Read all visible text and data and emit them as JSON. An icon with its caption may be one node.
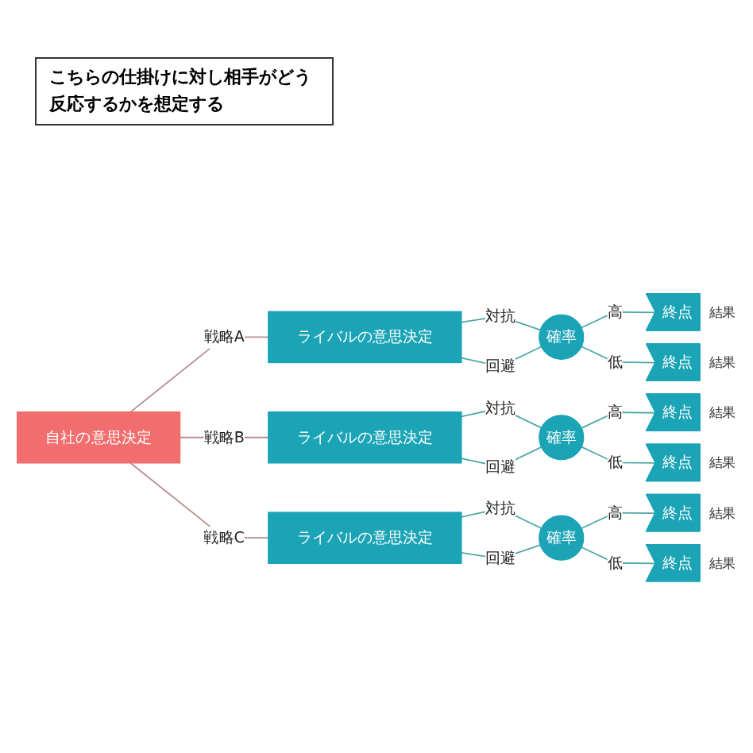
{
  "diagram": {
    "nodes": [
      {
        "text": [
          "自社の意思決定"
        ]
      },
      {
        "text": [
          "ライバルの意思決定"
        ]
      },
      {
        "text": [
          "ライバルの意思決定"
        ]
      },
      {
        "text": [
          "ライバルの意思決定"
        ]
      },
      {
        "text": [
          "確率"
        ]
      },
      {
        "text": [
          "確率"
        ]
      },
      {
        "text": [
          "確率"
        ]
      },
      {
        "text": [
          "終点"
        ],
        "beside": [
          "結果"
        ]
      },
      {
        "text": [
          "終点"
        ],
        "beside": [
          "結果"
        ]
      },
      {
        "text": [
          "終点"
        ],
        "beside": [
          "結果"
        ]
      },
      {
        "text": [
          "終点"
        ],
        "beside": [
          "結果"
        ]
      },
      {
        "text": [
          "終点"
        ],
        "beside": [
          "結果"
        ]
      },
      {
        "text": [
          "終点"
        ],
        "beside": [
          "結果"
        ]
      }
    ],
    "edges": [
      {
        "from": 0,
        "to": 1,
        "arrow": "none",
        "label": "戦略A",
        "color": "#b58f8f"
      },
      {
        "from": 0,
        "to": 2,
        "arrow": "none",
        "label": "戦略B",
        "color": "#b58f8f"
      },
      {
        "from": 0,
        "to": 3,
        "arrow": "none",
        "label": "戦略C",
        "color": "#b58f8f"
      },
      {
        "from": 1,
        "to": 4,
        "arrow": "none",
        "label": "対抗"
      },
      {
        "from": 1,
        "to": 4,
        "arrow": "none",
        "label": "回避"
      },
      {
        "from": 2,
        "to": 5,
        "arrow": "none",
        "label": "対抗"
      },
      {
        "from": 2,
        "to": 5,
        "arrow": "none",
        "label": "回避"
      },
      {
        "from": 3,
        "to": 6,
        "arrow": "none",
        "label": "対抗"
      },
      {
        "from": 3,
        "to": 6,
        "arrow": "none",
        "label": "回避"
      },
      {
        "from": 4,
        "to": 7,
        "arrow": "none",
        "label": "高"
      },
      {
        "from": 4,
        "to": 8,
        "arrow": "none",
        "label": "低"
      },
      {
        "from": 5,
        "to": 9,
        "arrow": "none",
        "label": "高"
      },
      {
        "from": 5,
        "to": 10,
        "arrow": "none",
        "label": "低"
      },
      {
        "from": 6,
        "to": 11,
        "arrow": "none",
        "label": "高"
      },
      {
        "from": 6,
        "to": 12,
        "arrow": "none",
        "label": "低"
      }
    ],
    "labels": [
      "こちらの仕掛けに対し相手がどう反応するかを想定する"
    ]
  }
}
